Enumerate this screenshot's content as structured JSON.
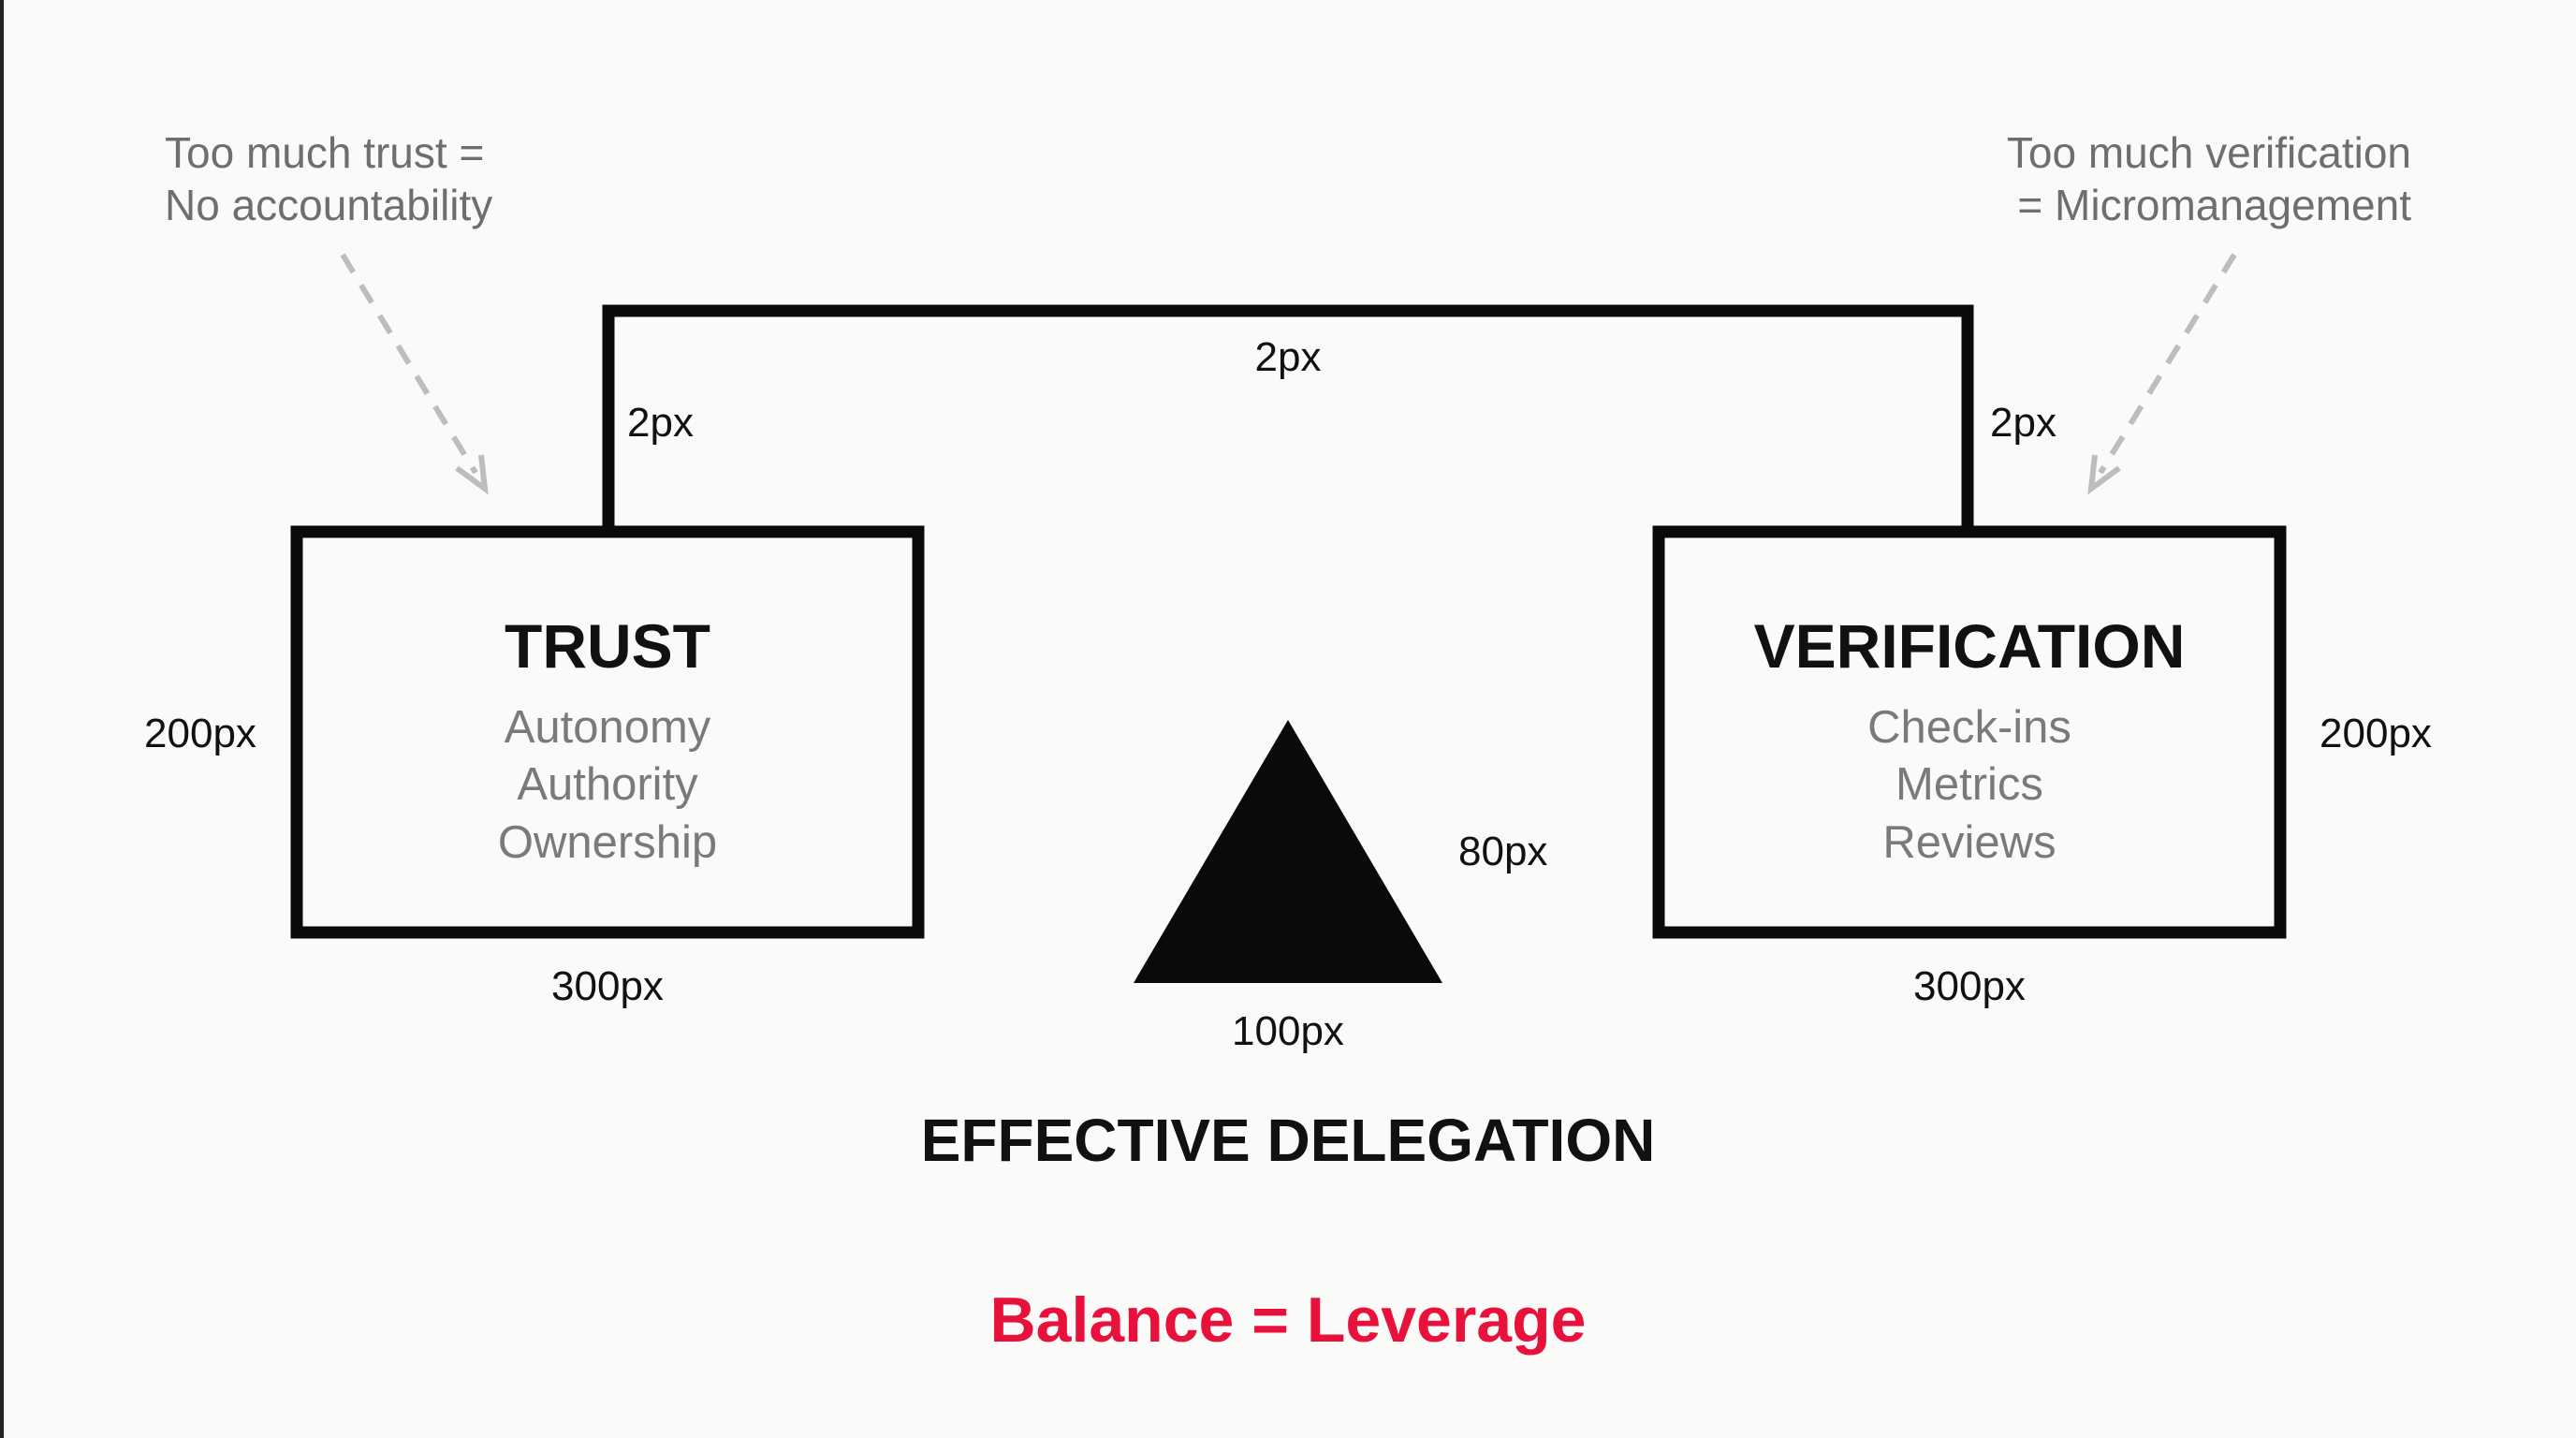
{
  "notes": {
    "left": [
      "Too much trust =",
      "No accountability"
    ],
    "right": [
      "Too much verification",
      "= Micromanagement"
    ]
  },
  "trust_box": {
    "title": "TRUST",
    "items": [
      "Autonomy",
      "Authority",
      "Ownership"
    ],
    "height_label": "200px",
    "width_label": "300px"
  },
  "verification_box": {
    "title": "VERIFICATION",
    "items": [
      "Check-ins",
      "Metrics",
      "Reviews"
    ],
    "height_label": "200px",
    "width_label": "300px"
  },
  "beam": {
    "top_label": "2px",
    "left_label": "2px",
    "right_label": "2px"
  },
  "fulcrum": {
    "height_label": "80px",
    "width_label": "100px"
  },
  "title": "EFFECTIVE DELEGATION",
  "tagline": "Balance = Leverage",
  "colors": {
    "accent": "#e8113b",
    "stroke": "#0a0a0a",
    "muted": "#7a7a7a",
    "arrow": "#bdbdbd"
  }
}
